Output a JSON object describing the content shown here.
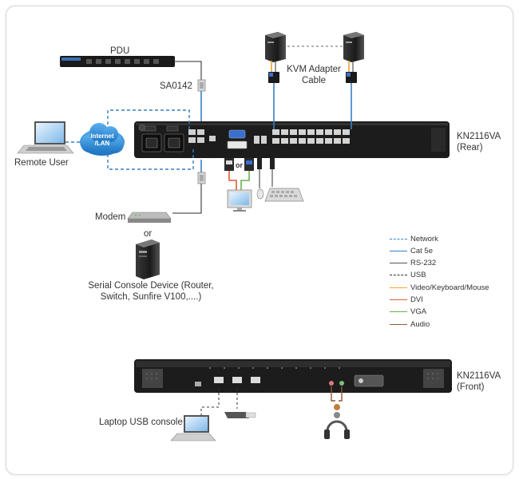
{
  "labels": {
    "pdu": "PDU",
    "sa0142": "SA0142",
    "kvm_adapter_cable": "KVM Adapter\nCable",
    "kvm_adapter_line1": "KVM Adapter",
    "kvm_adapter_line2": "Cable",
    "rear_model": "KN2116VA",
    "rear_view": "(Rear)",
    "remote_user": "Remote User",
    "internet_line1": "Internet",
    "internet_line2": "/LAN",
    "or_small": "or",
    "modem": "Modem",
    "or": "or",
    "serial_line1": "Serial Console Device (Router,",
    "serial_line2": "Switch, Sunfire V100,....)",
    "front_model": "KN2116VA",
    "front_view": "(Front)",
    "laptop_usb": "Laptop USB console"
  },
  "legend": [
    {
      "label": "Network",
      "color": "#3a7fc4",
      "style": "dashed"
    },
    {
      "label": "Cat 5e",
      "color": "#3a7fc4",
      "style": "solid"
    },
    {
      "label": "RS-232",
      "color": "#555555",
      "style": "solid"
    },
    {
      "label": "USB",
      "color": "#333333",
      "style": "dashed"
    },
    {
      "label": "Video/Keyboard/Mouse",
      "color": "#f0a030",
      "style": "solid"
    },
    {
      "label": "DVI",
      "color": "#e05a3a",
      "style": "solid"
    },
    {
      "label": "VGA",
      "color": "#6ab04c",
      "style": "solid"
    },
    {
      "label": "Audio",
      "color": "#8a5a3a",
      "style": "solid"
    }
  ],
  "colors": {
    "device_body": "#1a1a1a",
    "network_blue": "#3a7fc4",
    "cloud_blue": "#2e8fd8",
    "line_gray": "#555555"
  }
}
